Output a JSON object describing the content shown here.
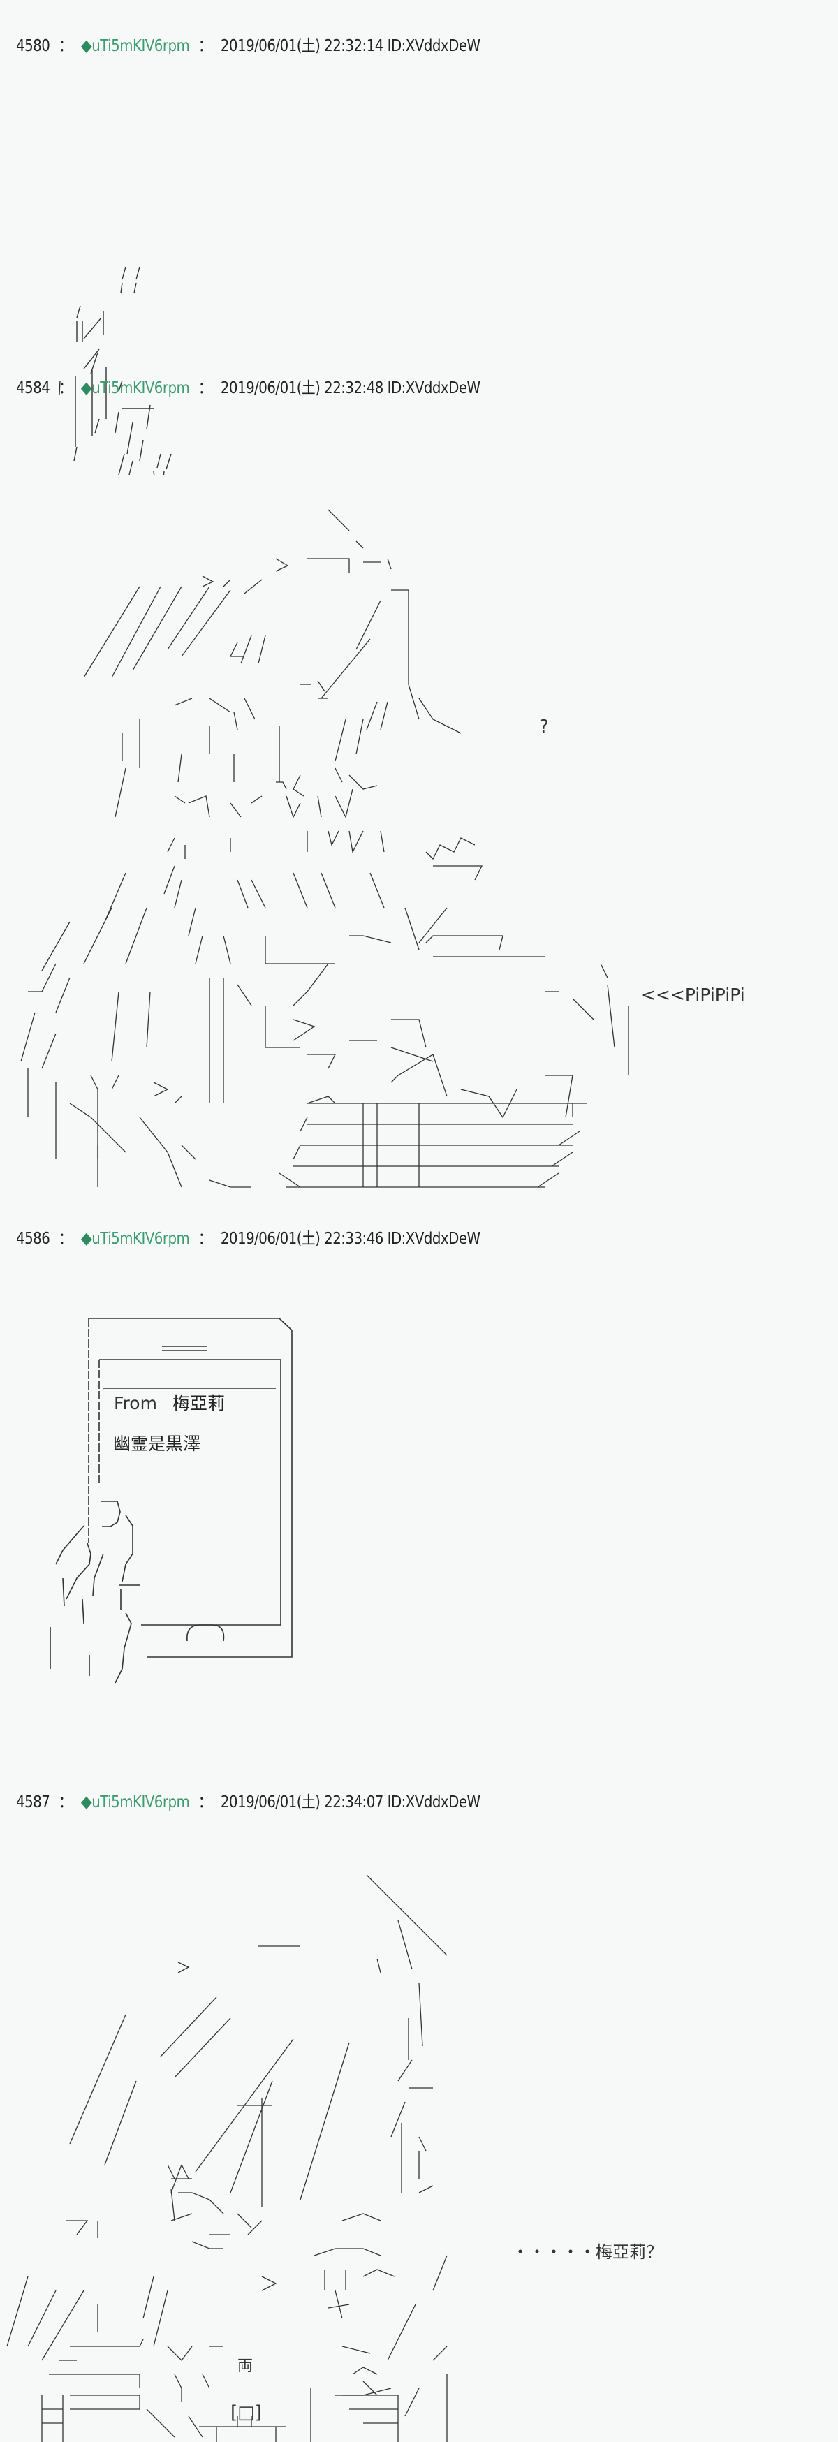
{
  "posts": [
    {
      "number": "4580",
      "separator": "：",
      "diamond": "◆",
      "trip": "uTi5mKIV6rpm",
      "date": "2019/06/01(土) 22:32:14",
      "id": "ID:XVddxDeW"
    },
    {
      "number": "4584",
      "separator": "：",
      "diamond": "◆",
      "trip": "uTi5mKIV6rpm",
      "date": "2019/06/01(土) 22:32:48",
      "id": "ID:XVddxDeW",
      "labels": {
        "question": "?",
        "beeping": "<<<PiPiPiPi"
      }
    },
    {
      "number": "4586",
      "separator": "：",
      "diamond": "◆",
      "trip": "uTi5mKIV6rpm",
      "date": "2019/06/01(土) 22:33:46",
      "id": "ID:XVddxDeW",
      "phone": {
        "top_mark": "=====",
        "from_label": "From",
        "from_name": "梅亞莉",
        "message": "幽霊是黒澤",
        "home_button": "(⌒)"
      }
    },
    {
      "number": "4587",
      "separator": "：",
      "diamond": "◆",
      "trip": "uTi5mKIV6rpm",
      "date": "2019/06/01(土) 22:34:07",
      "id": "ID:XVddxDeW",
      "labels": {
        "murmur": "・・・・・梅亞莉？",
        "sign_char": "両",
        "box_char": "[□]"
      }
    }
  ],
  "colors": {
    "background": "#f7f8f8",
    "trip_green": "#3d9c70",
    "diamond_green": "#2e8b5f",
    "text": "#222222"
  }
}
